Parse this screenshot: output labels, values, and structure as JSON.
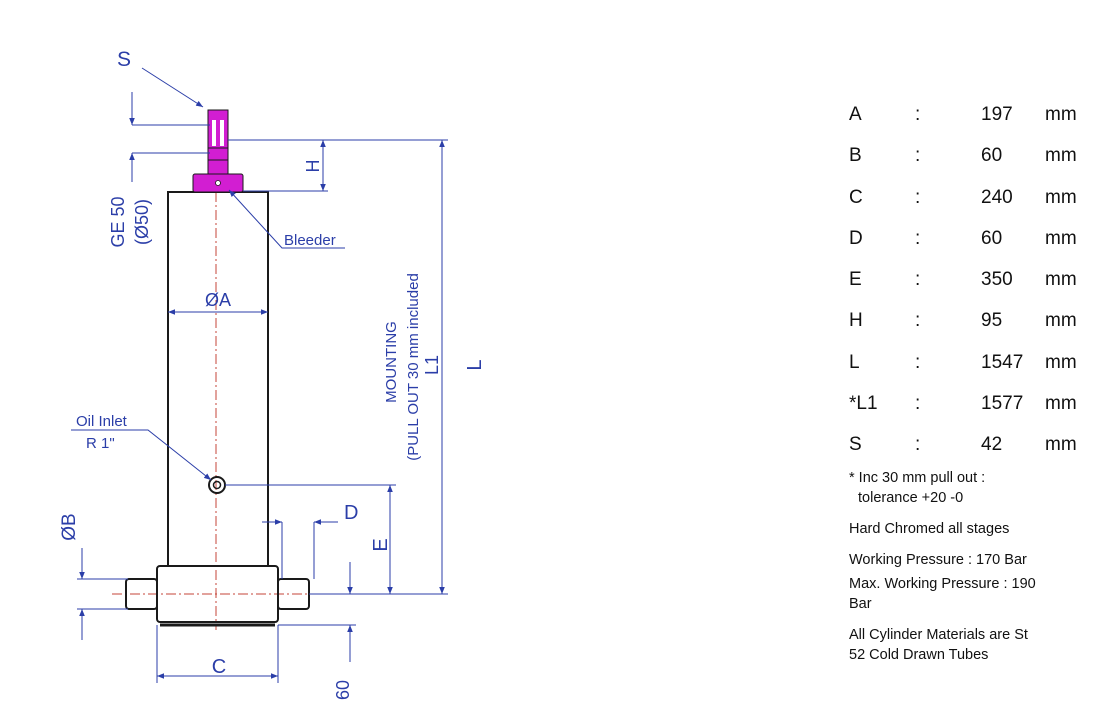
{
  "diagram": {
    "labels": {
      "s": "S",
      "ge": "GE 50",
      "ge_diam": "(Ø50)",
      "h": "H",
      "bleeder": "Bleeder",
      "diam_a": "ØA",
      "mounting": "MOUNTING",
      "pull_out": "(PULL OUT 30 mm included",
      "l1": "L1",
      "l": "L",
      "oil_inlet": "Oil Inlet",
      "oil_inlet_size": "R 1\"",
      "d": "D",
      "diam_b": "ØB",
      "e": "E",
      "c": "C",
      "sixty": "60"
    },
    "colors": {
      "outline": "#1a1a1a",
      "dimension": "#2b3ea8",
      "centerline": "#c4453a",
      "bleeder_fitting": "#d21ed2"
    }
  },
  "specs": [
    {
      "key": "A",
      "sep": ":",
      "value": "197",
      "unit": "mm"
    },
    {
      "key": "B",
      "sep": ":",
      "value": "60",
      "unit": "mm"
    },
    {
      "key": "C",
      "sep": ":",
      "value": "240",
      "unit": "mm"
    },
    {
      "key": "D",
      "sep": ":",
      "value": "60",
      "unit": "mm"
    },
    {
      "key": "E",
      "sep": ":",
      "value": "350",
      "unit": "mm"
    },
    {
      "key": "H",
      "sep": ":",
      "value": "95",
      "unit": "mm"
    },
    {
      "key": "L",
      "sep": ":",
      "value": "1547",
      "unit": "mm"
    },
    {
      "key": "*L1",
      "sep": ":",
      "value": "1577",
      "unit": "mm"
    },
    {
      "key": "S",
      "sep": ":",
      "value": "42",
      "unit": "mm"
    }
  ],
  "notes": {
    "pull_out_1": "* Inc 30 mm pull out :",
    "pull_out_2": "tolerance +20 -0",
    "chrome": "Hard Chromed all stages",
    "working": "Working Pressure : 170 Bar",
    "max_1": "Max. Working Pressure : 190",
    "max_2": "Bar",
    "materials_1": "All Cylinder Materials are St",
    "materials_2": "52 Cold Drawn Tubes"
  }
}
